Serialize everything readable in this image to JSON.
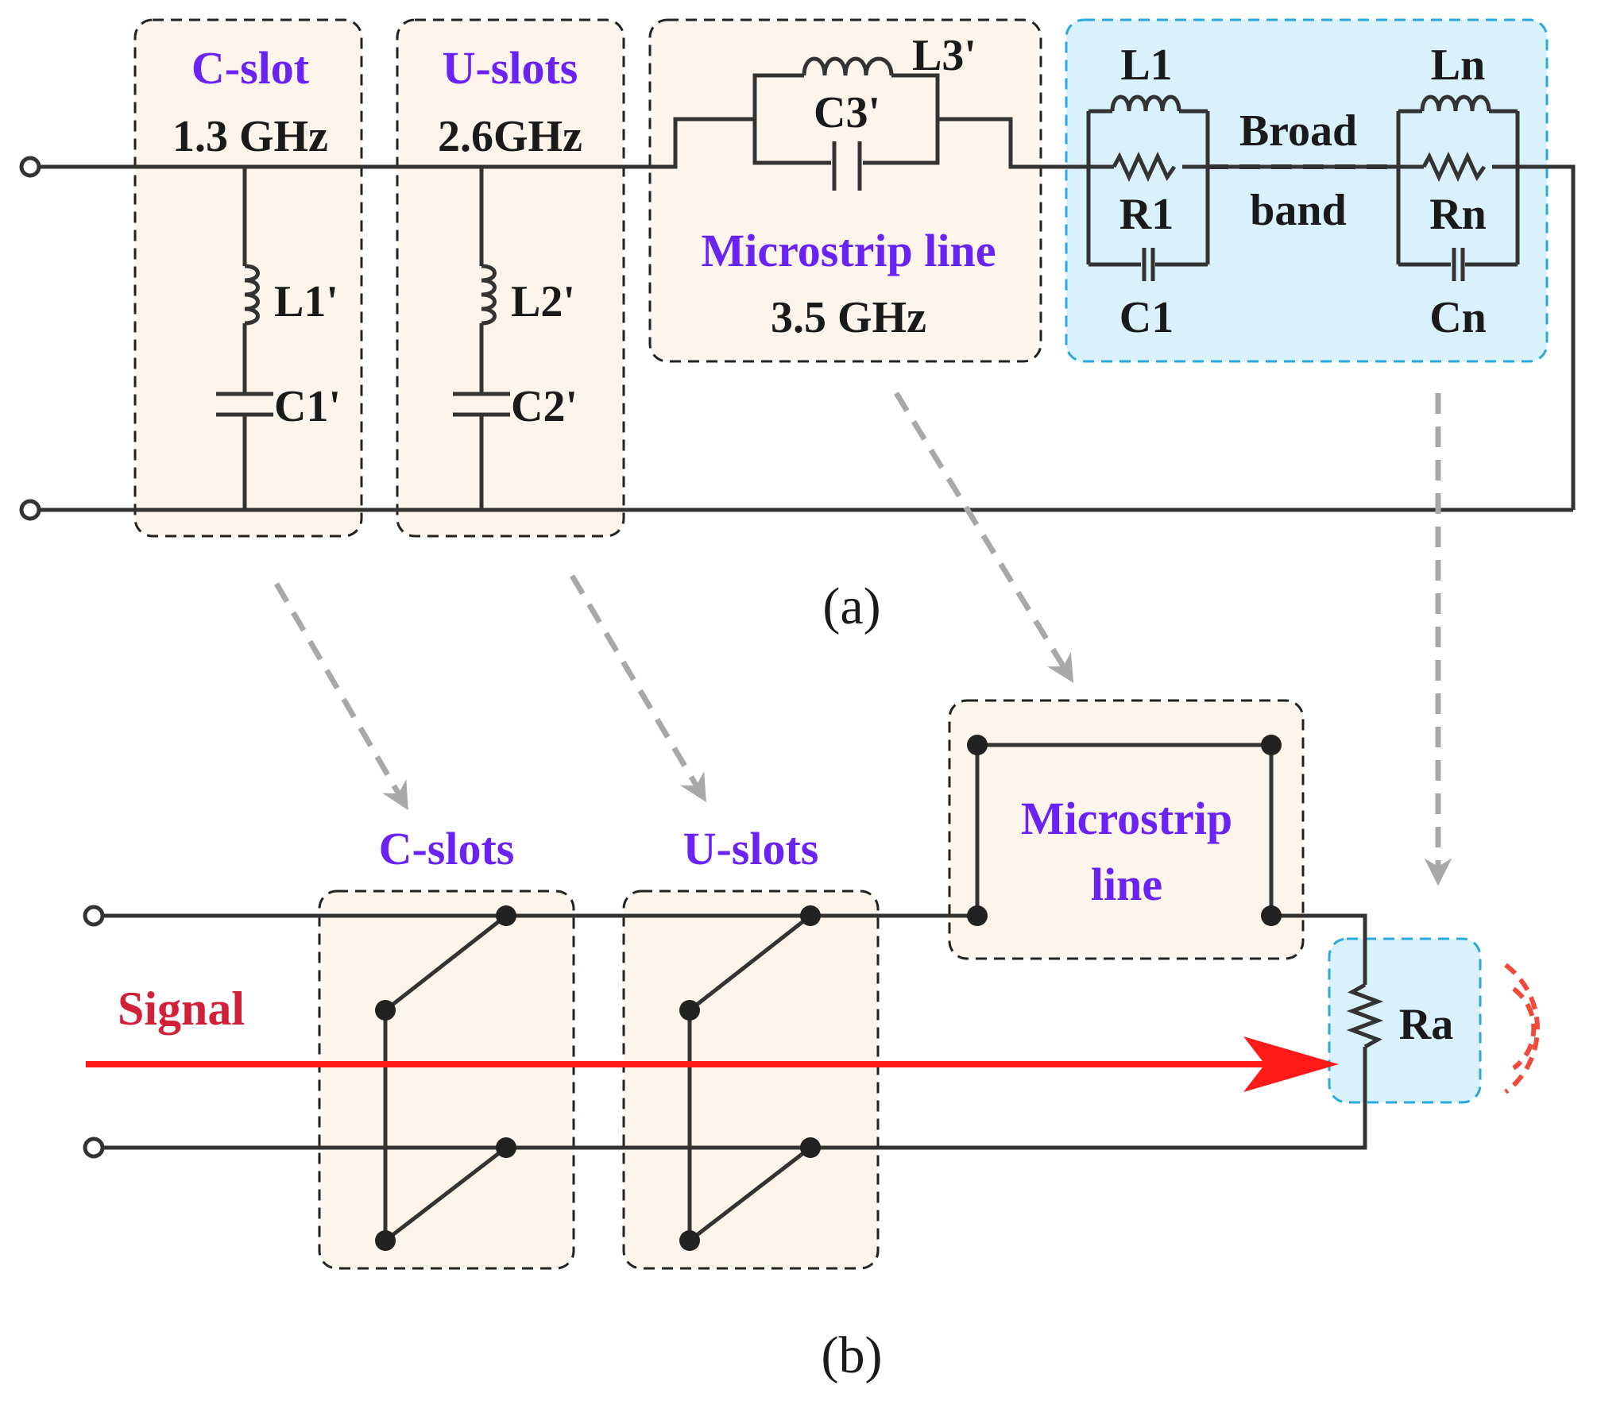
{
  "colors": {
    "wire": "#333333",
    "box_fill": "#fdf5ec",
    "box_border": "#222222",
    "blue_fill": "#d8f1fa",
    "blue_border": "#29a9e0",
    "purple": "#6a22f5",
    "dark_text": "#1a1a1a",
    "signal": "#ff1a1a",
    "signal_label": "#d0203a",
    "arrow_gray": "#a8a8a8",
    "wave": "#f04a3a"
  },
  "icons": [
    "inductor-icon",
    "capacitor-icon",
    "resistor-icon",
    "terminal-icon",
    "switch-node-icon",
    "radiation-wave-icon"
  ],
  "a": {
    "caption": "(a)",
    "cslot": {
      "title": "C-slot",
      "freq": "1.3 GHz",
      "inductor": "L1'",
      "capacitor": "C1'"
    },
    "uslots": {
      "title": "U-slots",
      "freq": "2.6GHz",
      "inductor": "L2'",
      "capacitor": "C2'"
    },
    "microstrip": {
      "title": "Microstrip line",
      "freq": "3.5 GHz",
      "inductor": "L3'",
      "capacitor": "C3'"
    },
    "broadband": {
      "text1": "Broad",
      "text2": "band",
      "stage1": {
        "l": "L1",
        "r": "R1",
        "c": "C1"
      },
      "stagen": {
        "l": "Ln",
        "r": "Rn",
        "c": "Cn"
      }
    }
  },
  "b": {
    "caption": "(b)",
    "cslots": "C-slots",
    "uslots": "U-slots",
    "microstrip1": "Microstrip",
    "microstrip2": "line",
    "signal": "Signal",
    "antenna": "Ra"
  }
}
